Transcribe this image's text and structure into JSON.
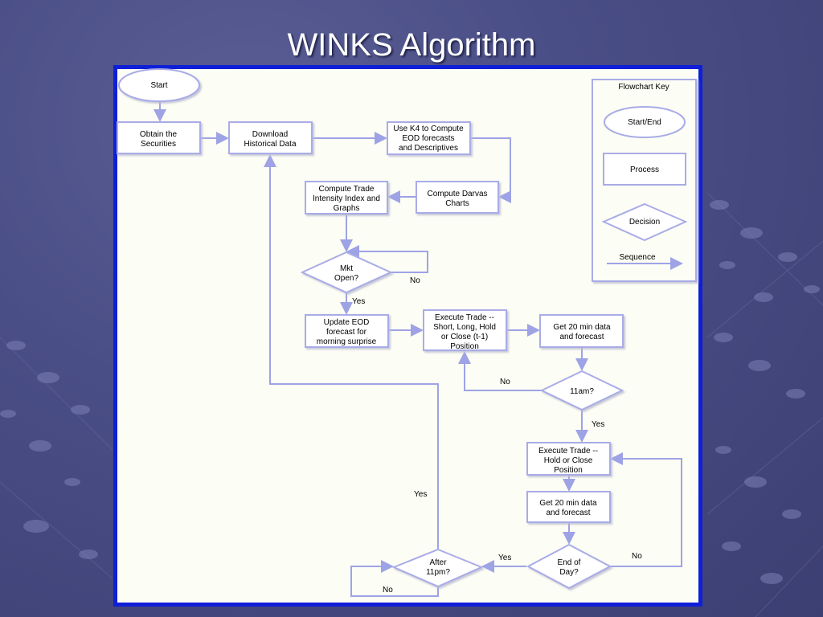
{
  "slide": {
    "title": "WINKS Algorithm"
  },
  "flowchart": {
    "start": "Start",
    "obtain": [
      "Obtain the",
      "Securities"
    ],
    "download": [
      "Download",
      "Historical Data"
    ],
    "k4": [
      "Use K4 to Compute",
      "EOD forecasts",
      "and Descriptives"
    ],
    "darvas": [
      "Compute Darvas",
      "Charts"
    ],
    "tradeIntensity": [
      "Compute Trade",
      "Intensity Index and",
      "Graphs"
    ],
    "mktOpen": [
      "Mkt",
      "Open?"
    ],
    "mktOpenNo": "No",
    "mktOpenYes": "Yes",
    "updateEod": [
      "Update EOD",
      "forecast for",
      "morning surprise"
    ],
    "executeTrade1": [
      "Execute Trade --",
      "Short, Long, Hold",
      "or Close (t-1)",
      "Position"
    ],
    "get20a": [
      "Get 20 min data",
      "and forecast"
    ],
    "elevenAm": "11am?",
    "elevenNo": "No",
    "elevenYes": "Yes",
    "executeTrade2": [
      "Execute Trade --",
      "Hold or Close",
      "Position"
    ],
    "get20b": [
      "Get 20 min data",
      "and forecast"
    ],
    "endOfDay": [
      "End of",
      "Day?"
    ],
    "endNo": "No",
    "endYes": "Yes",
    "after11": [
      "After",
      "11pm?"
    ],
    "after11Yes": "Yes",
    "after11No": "No"
  },
  "key": {
    "title": "Flowchart Key",
    "startEnd": "Start/End",
    "process": "Process",
    "decision": "Decision",
    "sequence": "Sequence"
  },
  "colors": {
    "frame": "#0f1fd8",
    "shapeStroke": "#a9ace6",
    "shapeFill": "#ffffff",
    "arrow": "#9ea3e6"
  }
}
